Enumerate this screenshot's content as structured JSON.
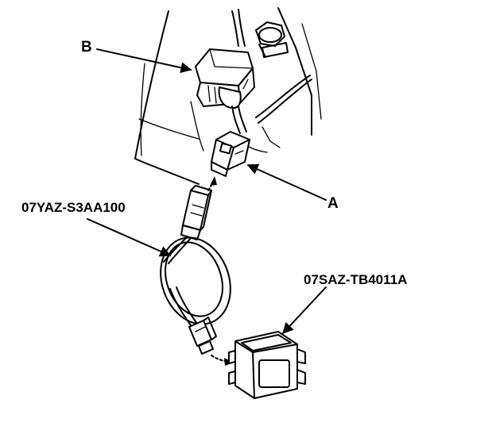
{
  "callouts": {
    "b": "B",
    "a": "A",
    "harness_part_number": "07YAZ-S3AA100",
    "unit_part_number": "07SAZ-TB4011A"
  },
  "colors": {
    "ink": "#000000",
    "background": "#ffffff"
  }
}
